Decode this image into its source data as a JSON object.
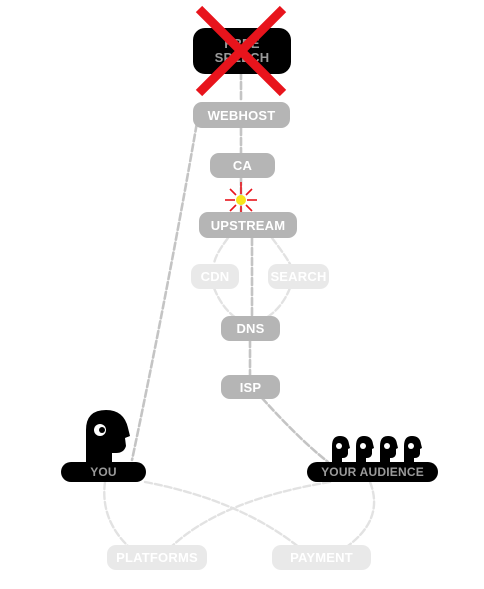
{
  "nodes": {
    "free_speech": "FREE SPEECH",
    "webhost": "WEBHOST",
    "ca": "CA",
    "upstream": "UPSTREAM",
    "cdn": "CDN",
    "search": "SEARCH",
    "dns": "DNS",
    "isp": "ISP",
    "you": "YOU",
    "your_audience": "YOUR AUDIENCE",
    "platforms": "PLATFORMS",
    "payment": "PAYMENT"
  },
  "icons": {
    "cross": "x-icon",
    "burst": "explosion-icon",
    "person": "person-icon",
    "audience": "audience-icon"
  },
  "colors": {
    "node_gray": "#b5b5b5",
    "node_light": "#e9e9e9",
    "chain_gray": "#bdbdbd",
    "chain_light": "#e2e2e2",
    "cross_red": "#e8141c",
    "burst_yellow": "#f7e51b"
  }
}
